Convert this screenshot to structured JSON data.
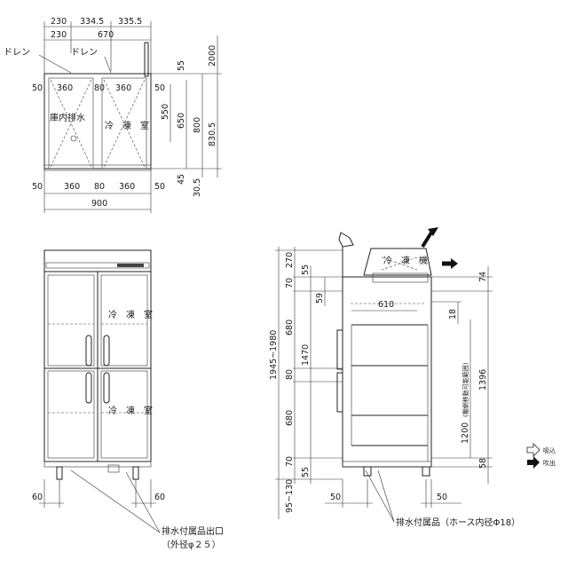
{
  "top_view": {
    "dims_top": [
      "230",
      "334.5",
      "335.5"
    ],
    "dims_top2": [
      "230",
      "670"
    ],
    "drain_left": "ドレン",
    "drain_right": "ドレン",
    "dims_right": [
      "2000",
      "55",
      "550",
      "650",
      "800",
      "830.5",
      "45",
      "30.5"
    ],
    "row1": [
      "50",
      "360",
      "80",
      "360",
      "50"
    ],
    "row2": [
      "50",
      "360",
      "80",
      "360",
      "50"
    ],
    "total_width": "900",
    "left_label": "庫内排水",
    "right_label": "冷　凍　室"
  },
  "front_view": {
    "upper_label": "冷　凍　室",
    "lower_label": "冷　凍　室",
    "foot_left": "60",
    "foot_right": "60",
    "drain_label": "排水付属品出口",
    "drain_sub": "（外径φ２５）"
  },
  "side_view": {
    "unit_label": "冷　凍　機",
    "left_dims": [
      "270",
      "70",
      "55",
      "59",
      "680",
      "80",
      "1470",
      "680",
      "70",
      "55"
    ],
    "overall_height": "1945~1980",
    "bottom_range": "95~130",
    "depth": "610",
    "right_dims": [
      "74",
      "18",
      "1396",
      "1200",
      "58"
    ],
    "shelf_range": "(棚網移動可能範囲)",
    "bottom_dims": [
      "50",
      "50"
    ],
    "hose_label": "排水付属品（ホース内径Φ18）"
  },
  "legend": {
    "intake": "吸込",
    "exhaust": "吹出"
  }
}
